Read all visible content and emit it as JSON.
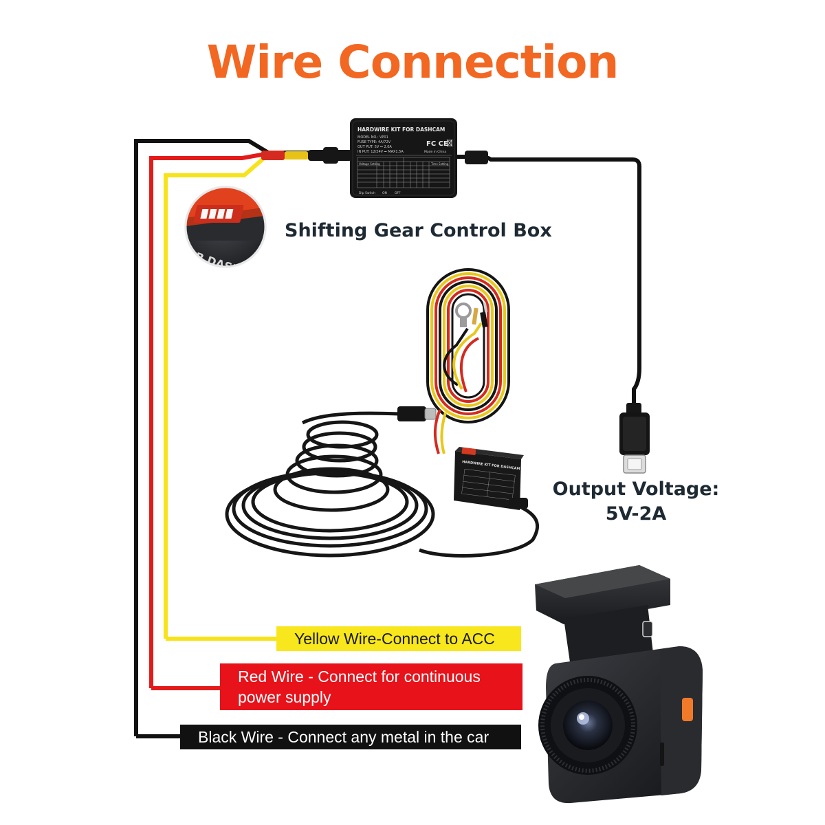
{
  "title": "Wire Connection",
  "labels": {
    "control_box": "Shifting Gear Control Box",
    "output_line1": "Output Voltage:",
    "output_line2": "5V-2A"
  },
  "control_box_text": {
    "heading": "HARDWIRE KIT FOR DASHCAM",
    "model": "MODEL NO.: VP01",
    "fuse": "FUSE TYPE: 4A/72V",
    "output": "OUT PUT: 5V ⎓ 2.0A",
    "input": "IN PUT: 12/24V ⎓ MAX1.5A",
    "origin": "Made in China",
    "marks": "FC CE",
    "voltage_setting": "Voltage Setting",
    "time_setting": "Time Setting",
    "dip_switch": "Dip Switch",
    "on_label": "ON",
    "off_label": "OFF",
    "small_box_heading": "HARDWIRE KIT FOR DASHCAM",
    "inset_text": "R DASH"
  },
  "wires": [
    {
      "key": "yellow",
      "label": "Yellow Wire-Connect to ACC",
      "bg": "#f8e71c",
      "fg": "#1a1a1a"
    },
    {
      "key": "red",
      "label_lines": [
        "Red Wire - Connect for continuous",
        "power supply"
      ],
      "bg": "#e8121a",
      "fg": "#ffffff"
    },
    {
      "key": "black",
      "label": "Black Wire - Connect any metal in the car",
      "bg": "#111111",
      "fg": "#ffffff"
    }
  ],
  "colors": {
    "title": "#f26722",
    "wire_black": "#111111",
    "wire_red": "#e31b1b",
    "wire_yellow": "#f7e31a",
    "camera_button": "#f07a2a"
  },
  "icons": [
    "usb-c-connector-icon",
    "fcc-icon",
    "ce-icon",
    "weee-icon",
    "dip-switch-icon",
    "camera-lens-icon"
  ]
}
